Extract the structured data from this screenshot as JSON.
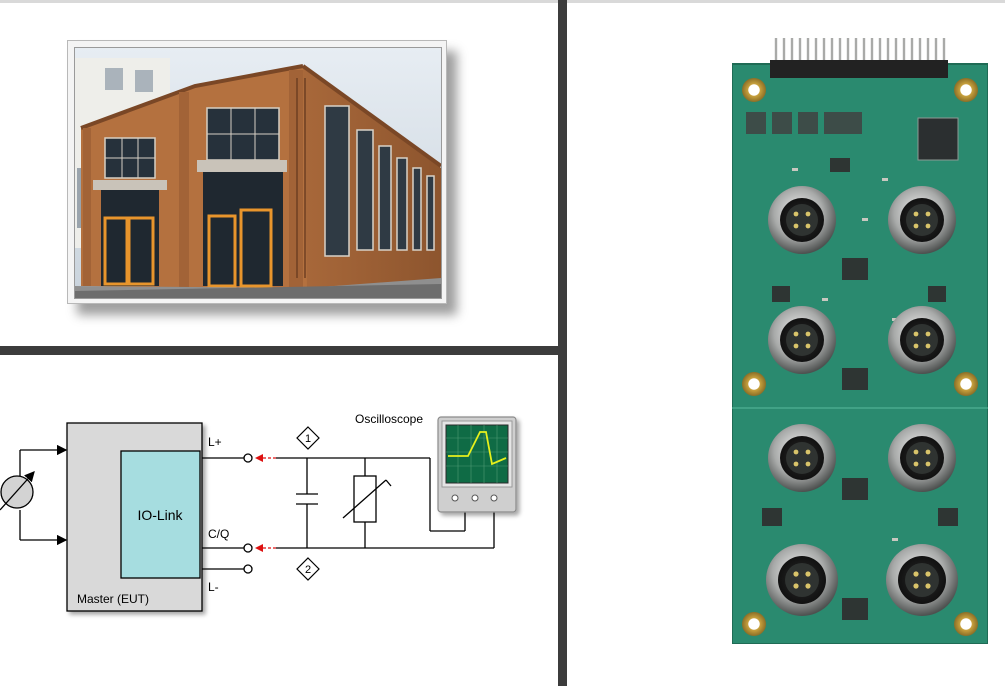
{
  "diagram": {
    "master_label": "Master (EUT)",
    "iolink_label": "IO-Link",
    "pin_lplus": "L+",
    "pin_cq": "C/Q",
    "pin_lminus": "L-",
    "oscilloscope_label": "Oscilloscope",
    "marker_1": "1",
    "marker_2": "2"
  },
  "colors": {
    "divider": "#3c3c3c",
    "master_fill": "#d9d9d9",
    "iolink_fill": "#a6dde0",
    "brick": "#b4713f",
    "door_frame": "#e8952c",
    "pcb": "#2a8a6f",
    "scope_screen": "#0f6b45",
    "scope_trace": "#e7f01c",
    "arrow_red": "#dd1111"
  }
}
